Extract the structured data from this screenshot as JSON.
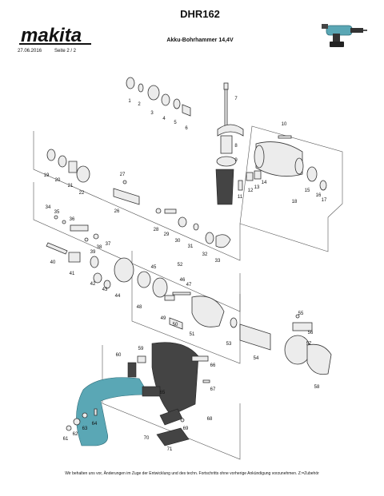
{
  "header": {
    "brand": "makita",
    "date": "27.06.2016",
    "page": "Seite  2  / 2",
    "model": "DHR162",
    "description": "Akku-Bohrhammer 14,4V"
  },
  "colors": {
    "brand": "#111111",
    "product_accent": "#5aa7b5"
  },
  "icons": {
    "logo": "makita-logo",
    "product": "rotary-hammer-thumbnail-icon"
  },
  "parts": [
    "1",
    "2",
    "3",
    "4",
    "5",
    "6",
    "7",
    "8",
    "9",
    "10",
    "11",
    "12",
    "13",
    "14",
    "15",
    "16",
    "17",
    "18",
    "19",
    "20",
    "21",
    "22",
    "26",
    "27",
    "28",
    "29",
    "30",
    "31",
    "32",
    "33",
    "34",
    "35",
    "36",
    "37",
    "38",
    "39",
    "40",
    "41",
    "42",
    "43",
    "44",
    "45",
    "46",
    "47",
    "48",
    "49",
    "50",
    "51",
    "52",
    "53",
    "54",
    "55",
    "56",
    "57",
    "58",
    "59",
    "60",
    "61",
    "62",
    "63",
    "64",
    "65",
    "66",
    "67",
    "68",
    "69",
    "70",
    "71"
  ],
  "footer": "Wir behalten uns vor, Änderungen im Zuge der Entwicklung und des techn. Fortschritts ohne vorherige Ankündigung vorzunehmen. Z:=Zubehör"
}
